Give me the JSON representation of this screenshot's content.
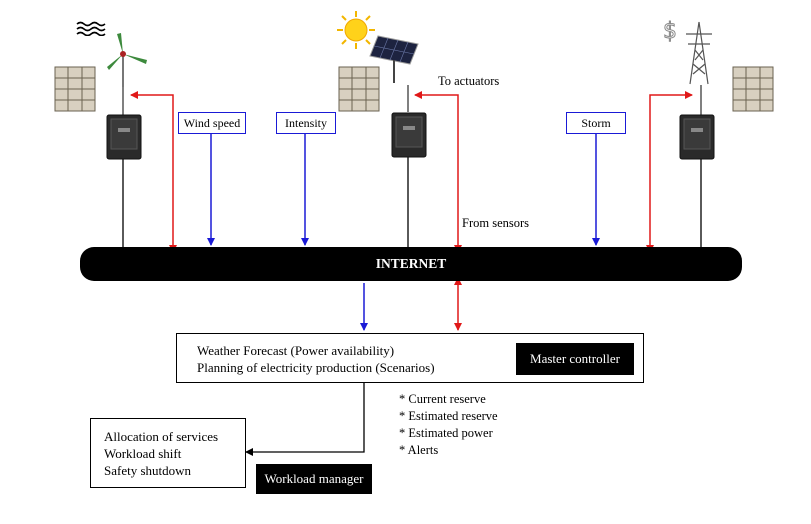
{
  "network": {
    "label": "INTERNET"
  },
  "sensors": [
    {
      "label": "Wind speed"
    },
    {
      "label": "Intensity"
    },
    {
      "label": "Storm"
    }
  ],
  "annotations": {
    "to_actuators": "To actuators",
    "from_sensors": "From sensors"
  },
  "forecast_panel": {
    "lines": [
      "Weather Forecast (Power availability)",
      "Planning of electricity production (Scenarios)"
    ],
    "controller_label": "Master controller"
  },
  "outputs": [
    "* Current reserve",
    "* Estimated reserve",
    "* Estimated power",
    "* Alerts"
  ],
  "workload_panel": {
    "lines": [
      "Allocation of services",
      "Workload shift",
      "Safety shutdown"
    ],
    "manager_label": "Workload manager"
  },
  "sites": [
    {
      "source": "wind-turbine-icon",
      "weather": "waves-icon"
    },
    {
      "source": "solar-panel-icon",
      "weather": "sun-icon"
    },
    {
      "source": "power-pylon-icon",
      "weather": "dollar-icon"
    }
  ],
  "colors": {
    "actuator": "#e01818",
    "sensor": "#1a1ad6",
    "link": "#000000"
  }
}
